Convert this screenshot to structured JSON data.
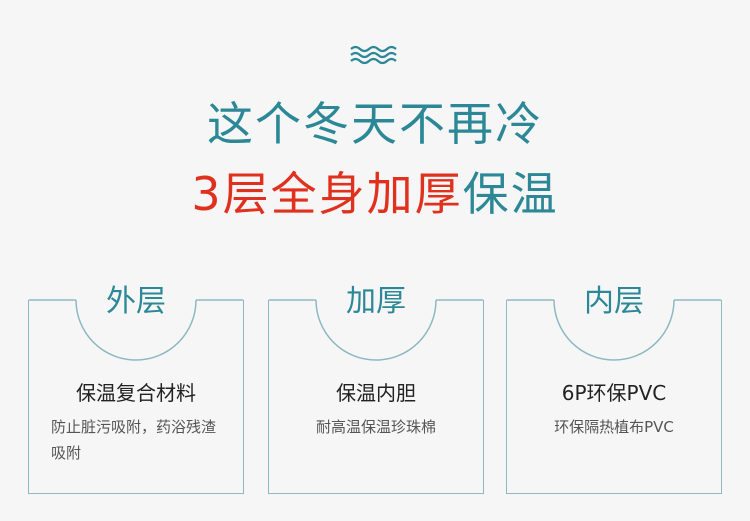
{
  "header": {
    "line1": "这个冬天不再冷",
    "line2_highlight": "3层全身加厚",
    "line2_rest": "保温"
  },
  "layers": [
    {
      "label": "外层",
      "name": "保温复合材料",
      "desc": "防止脏污吸附，药浴残渣吸附"
    },
    {
      "label": "加厚",
      "name": "保温内胆",
      "desc": "耐高温保温珍珠棉"
    },
    {
      "label": "内层",
      "name": "6P环保PVC",
      "desc": "环保隔热植布PVC"
    }
  ],
  "colors": {
    "teal": "#2c8896",
    "red": "#e0301e",
    "border": "#8fb9c2"
  },
  "icons": {
    "header_ornament": "waves-icon"
  }
}
